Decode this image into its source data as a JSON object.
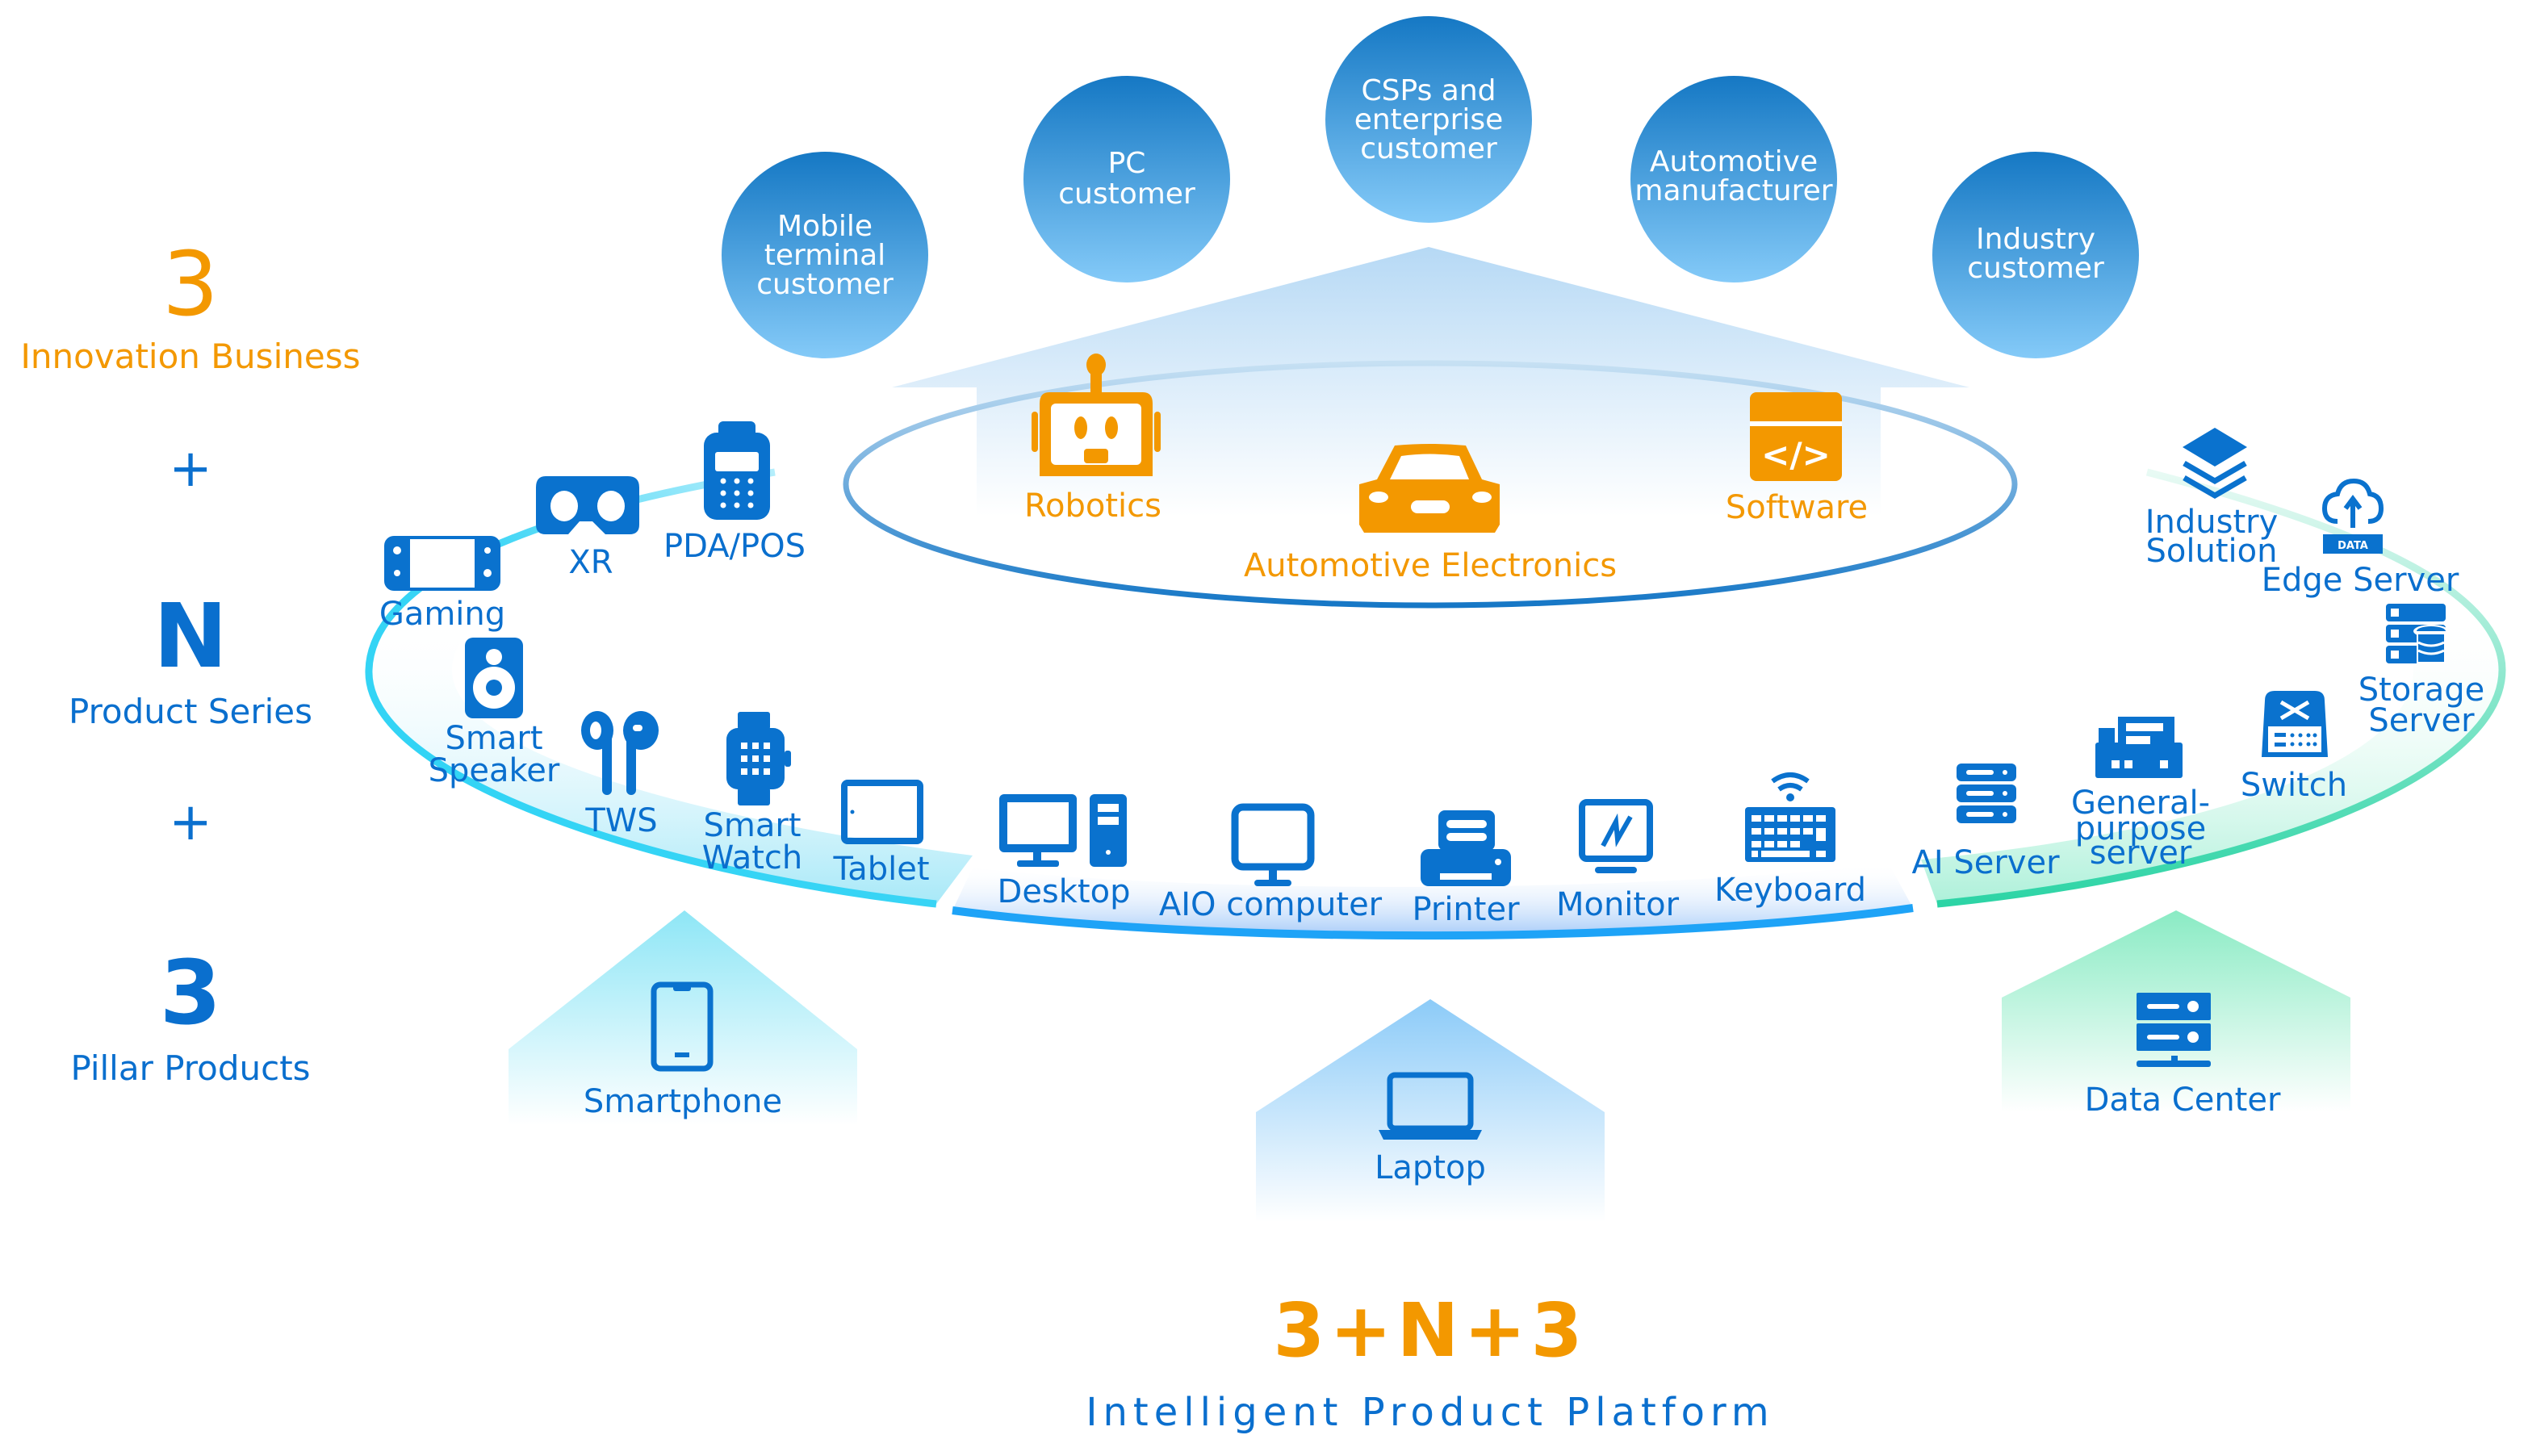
{
  "left_column": {
    "innovation": {
      "number": "3",
      "label": "Innovation Business"
    },
    "plus_1": "+",
    "series": {
      "number": "N",
      "label": "Product Series"
    },
    "plus_2": "+",
    "pillar": {
      "number": "3",
      "label": "Pillar Products"
    }
  },
  "customers": [
    {
      "line1": "Mobile",
      "line2": "terminal",
      "line3": "customer"
    },
    {
      "line1": "PC",
      "line2": "customer"
    },
    {
      "line1": "CSPs and",
      "line2": "enterprise",
      "line3": "customer"
    },
    {
      "line1": "Automotive",
      "line2": "manufacturer"
    },
    {
      "line1": "Industry",
      "line2": "customer"
    }
  ],
  "innovation_business": {
    "robotics": "Robotics",
    "automotive": "Automotive Electronics",
    "software": "Software"
  },
  "mobile_series": {
    "gaming": "Gaming",
    "xr": "XR",
    "pda": "PDA/POS",
    "speaker": [
      "Smart",
      "Speaker"
    ],
    "tws": "TWS",
    "watch": [
      "Smart",
      "Watch"
    ],
    "tablet": "Tablet"
  },
  "pc_series": {
    "desktop": "Desktop",
    "aio": "AIO computer",
    "printer": "Printer",
    "monitor": "Monitor",
    "keyboard": "Keyboard"
  },
  "dc_series": {
    "ai_server": "AI Server",
    "general": [
      "General-",
      "purpose",
      "server"
    ],
    "switch": "Switch",
    "storage": [
      "Storage",
      "Server"
    ],
    "edge": "Edge Server",
    "edge_badge": "DATA",
    "industry": [
      "Industry",
      "Solution"
    ]
  },
  "pillars": {
    "smartphone": "Smartphone",
    "laptop": "Laptop",
    "data_center": "Data Center"
  },
  "footer": {
    "formula": "3+N+3",
    "title": "Intelligent Product Platform"
  },
  "colors": {
    "orange": "#F39800",
    "blue": "#0A6FCE",
    "cyan": "#2ED3F5",
    "mid_blue": "#1EA3F7",
    "green": "#2CD4A5"
  }
}
